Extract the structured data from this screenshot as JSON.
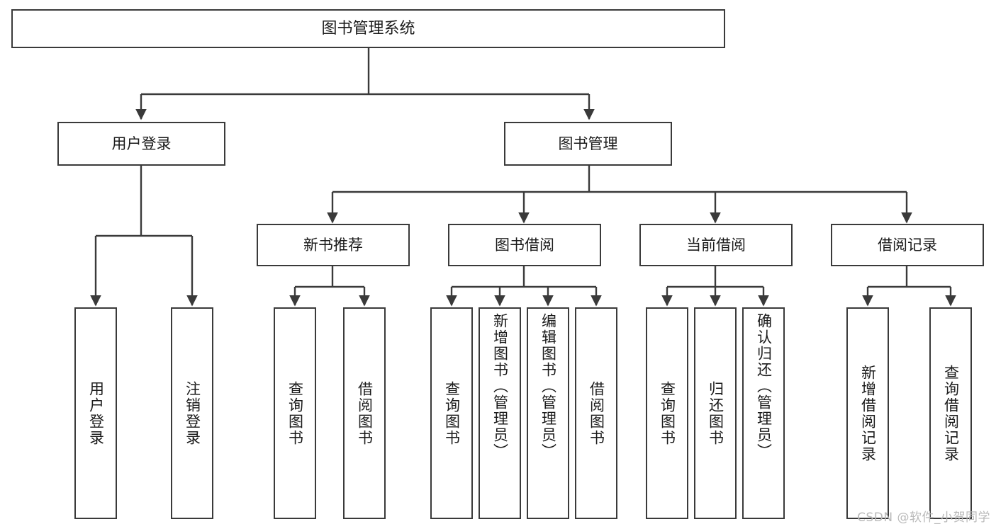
{
  "diagram": {
    "title": "图书管理系统",
    "type": "tree-hierarchy",
    "stroke_color": "#3a3a3a",
    "fill_color": "#ffffff",
    "text_color": "#1b1b1b"
  },
  "nodes": {
    "root": {
      "label": "图书管理系统"
    },
    "level2": [
      {
        "id": "user-login",
        "label": "用户登录"
      },
      {
        "id": "book-manage",
        "label": "图书管理"
      }
    ],
    "level3": [
      {
        "id": "new-book-recommend",
        "label": "新书推荐"
      },
      {
        "id": "book-borrow",
        "label": "图书借阅"
      },
      {
        "id": "current-borrow",
        "label": "当前借阅"
      },
      {
        "id": "borrow-record",
        "label": "借阅记录"
      }
    ],
    "leaves": {
      "user_login": [
        {
          "id": "leaf-user-login",
          "label": "用户登录"
        },
        {
          "id": "leaf-logout-login",
          "label": "注销登录"
        }
      ],
      "new_book_recommend": [
        {
          "id": "leaf-query-book-1",
          "label": "查询图书"
        },
        {
          "id": "leaf-borrow-book-1",
          "label": "借阅图书"
        }
      ],
      "book_borrow": [
        {
          "id": "leaf-query-book-2",
          "label": "查询图书"
        },
        {
          "id": "leaf-add-book",
          "label": "新增图书（管理员）"
        },
        {
          "id": "leaf-edit-book",
          "label": "编辑图书（管理员）"
        },
        {
          "id": "leaf-borrow-book-2",
          "label": "借阅图书"
        }
      ],
      "current_borrow": [
        {
          "id": "leaf-query-book-3",
          "label": "查询图书"
        },
        {
          "id": "leaf-return-book",
          "label": "归还图书"
        },
        {
          "id": "leaf-confirm-return",
          "label": "确认归还（管理员）"
        }
      ],
      "borrow_record": [
        {
          "id": "leaf-add-record",
          "label": "新增借阅记录"
        },
        {
          "id": "leaf-query-record",
          "label": "查询借阅记录"
        }
      ]
    }
  },
  "watermark": {
    "text": "CSDN @软件_小贺同学"
  }
}
